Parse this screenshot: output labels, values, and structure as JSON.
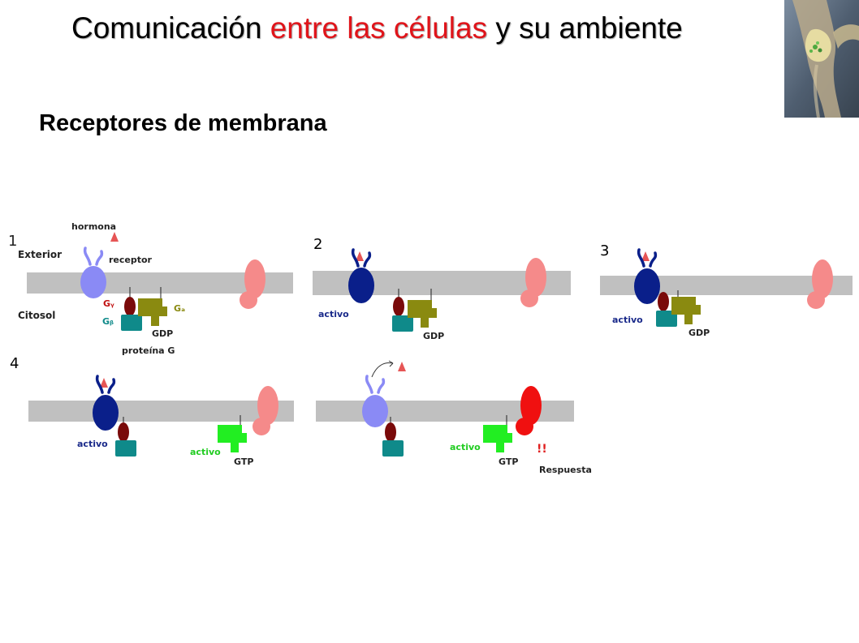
{
  "title": {
    "part1": "Comunicación ",
    "part2": "entre las células",
    "part3": " y su ambiente"
  },
  "subtitle": "Receptores de membrana",
  "colors": {
    "highlight": "#e0141a",
    "membrane": "#c0c0c0",
    "receptor_inactive": "#8a8af5",
    "receptor_active": "#0a1f8a",
    "effector_inactive": "#f58a8a",
    "effector_active": "#f01010",
    "g_alpha_inactive": "#8a8a10",
    "g_alpha_active": "#22ee22",
    "g_beta": "#0f8a8a",
    "g_gamma": "#7a0a0a",
    "hormone": "#e65555"
  },
  "panels": {
    "p1": {
      "number": "1"
    },
    "p2": {
      "number": "2"
    },
    "p3": {
      "number": "3"
    },
    "p4": {
      "number": "4"
    }
  },
  "labels": {
    "hormona": "hormona",
    "receptor": "receptor",
    "exterior": "Exterior",
    "citosol": "Citosol",
    "g_gamma": "Gᵧ",
    "g_beta": "Gᵦ",
    "g_alpha": "Gₐ",
    "gdp": "GDP",
    "gtp": "GTP",
    "proteina_g": "proteína G",
    "activo": "activo",
    "respuesta": "Respuesta",
    "exclaim": "!!"
  }
}
